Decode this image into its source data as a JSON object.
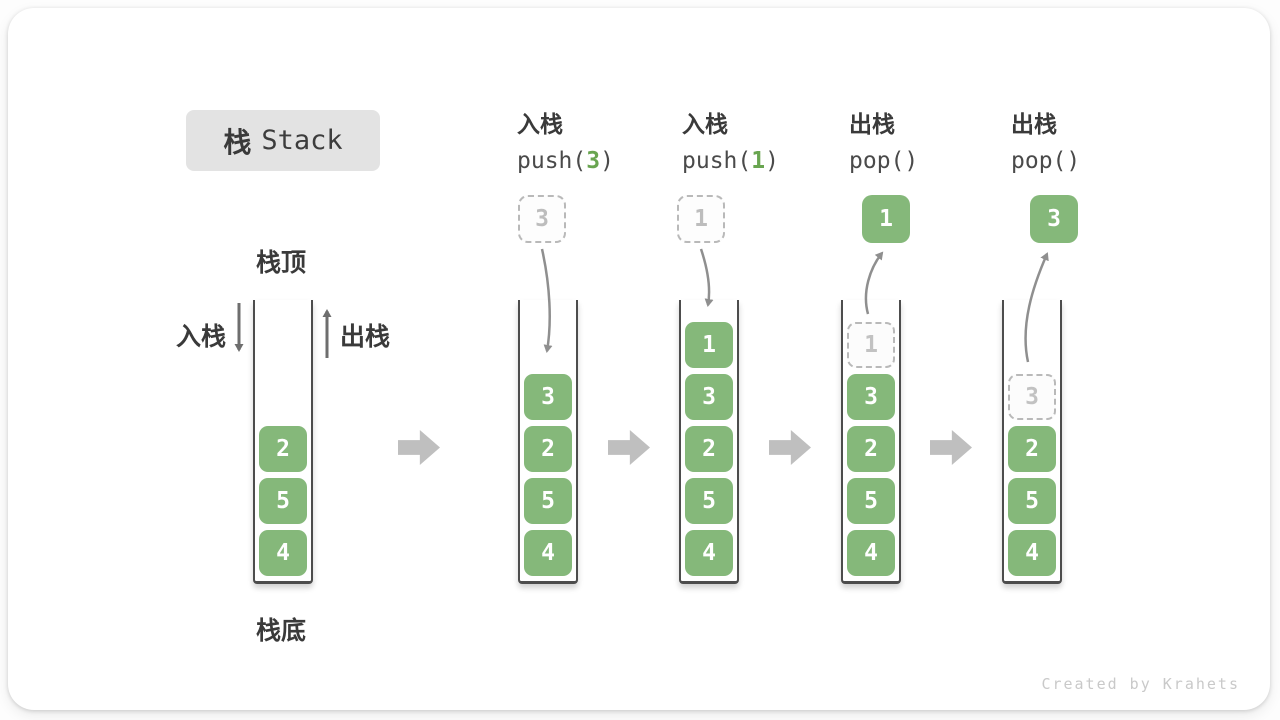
{
  "title": {
    "zh": "栈",
    "en": "Stack"
  },
  "legend": {
    "stack_top": "栈顶",
    "stack_bottom": "栈底",
    "push": "入栈",
    "pop": "出栈"
  },
  "watermark": "Created by Krahets",
  "colors": {
    "element_green": "#85b87a",
    "code_number_green": "#69a550",
    "curved_arrow_gray": "#8f8f8f",
    "block_arrow_gray": "#bfbfbf",
    "ghost_gray": "#b9b9b9",
    "title_box_bg": "#e3e3e3"
  },
  "stages": [
    {
      "items": [
        {
          "value": "4"
        },
        {
          "value": "5"
        },
        {
          "value": "2"
        }
      ]
    },
    {
      "op": {
        "zh": "入栈",
        "code_pre": "push(",
        "code_arg": "3",
        "code_post": ")"
      },
      "floating": {
        "value": "3",
        "variant": "dashed"
      },
      "items": [
        {
          "value": "4"
        },
        {
          "value": "5"
        },
        {
          "value": "2"
        },
        {
          "value": "3"
        }
      ]
    },
    {
      "op": {
        "zh": "入栈",
        "code_pre": "push(",
        "code_arg": "1",
        "code_post": ")"
      },
      "floating": {
        "value": "1",
        "variant": "dashed"
      },
      "items": [
        {
          "value": "4"
        },
        {
          "value": "5"
        },
        {
          "value": "2"
        },
        {
          "value": "3"
        },
        {
          "value": "1"
        }
      ]
    },
    {
      "op": {
        "zh": "出栈",
        "code_pre": "pop(",
        "code_arg": "",
        "code_post": ")"
      },
      "floating": {
        "value": "1",
        "variant": "solid"
      },
      "items": [
        {
          "value": "4"
        },
        {
          "value": "5"
        },
        {
          "value": "2"
        },
        {
          "value": "3"
        },
        {
          "value": "1",
          "ghost": true
        }
      ]
    },
    {
      "op": {
        "zh": "出栈",
        "code_pre": "pop(",
        "code_arg": "",
        "code_post": ")"
      },
      "floating": {
        "value": "3",
        "variant": "solid"
      },
      "items": [
        {
          "value": "4"
        },
        {
          "value": "5"
        },
        {
          "value": "2"
        },
        {
          "value": "3",
          "ghost": true
        }
      ]
    }
  ]
}
